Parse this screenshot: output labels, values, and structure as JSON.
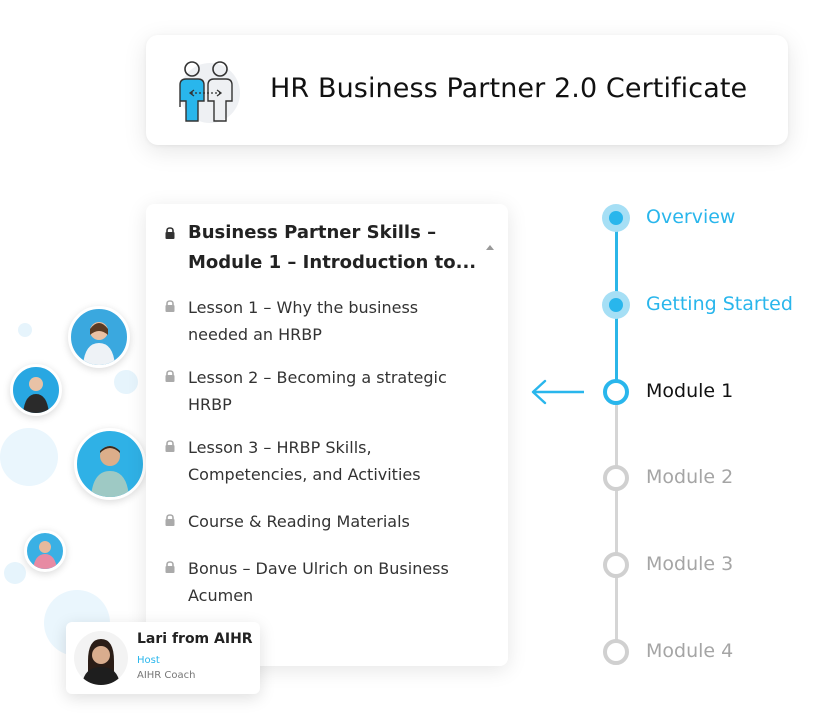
{
  "certificate": {
    "title": "HR Business Partner 2.0 Certificate",
    "icon": "two-people-exchange-icon"
  },
  "course_panel": {
    "module_title": "Business Partner Skills – Module 1 – Introduction to...",
    "lessons": [
      {
        "label": "Lesson 1 – Why the business needed an HRBP",
        "locked": true
      },
      {
        "label": "Lesson 2 – Becoming a strategic HRBP",
        "locked": true
      },
      {
        "label": "Lesson 3 – HRBP Skills, Competencies, and Activities",
        "locked": true
      },
      {
        "label": "Course & Reading Materials",
        "locked": true
      },
      {
        "label": "Bonus – Dave Ulrich on Business Acumen",
        "locked": true
      }
    ]
  },
  "timeline": {
    "steps": [
      {
        "label": "Overview",
        "state": "done"
      },
      {
        "label": "Getting Started",
        "state": "done"
      },
      {
        "label": "Module 1",
        "state": "current"
      },
      {
        "label": "Module 2",
        "state": "todo"
      },
      {
        "label": "Module 3",
        "state": "todo"
      },
      {
        "label": "Module 4",
        "state": "todo"
      }
    ]
  },
  "host": {
    "name": "Lari from AIHR",
    "role": "Host",
    "subtitle": "AIHR Coach"
  },
  "colors": {
    "accent": "#29b6ec",
    "accent_light": "#a6dff5",
    "inactive": "#d0d0d0",
    "inactive_text": "#a5a5a5",
    "bubble": "#e6f4fc"
  }
}
